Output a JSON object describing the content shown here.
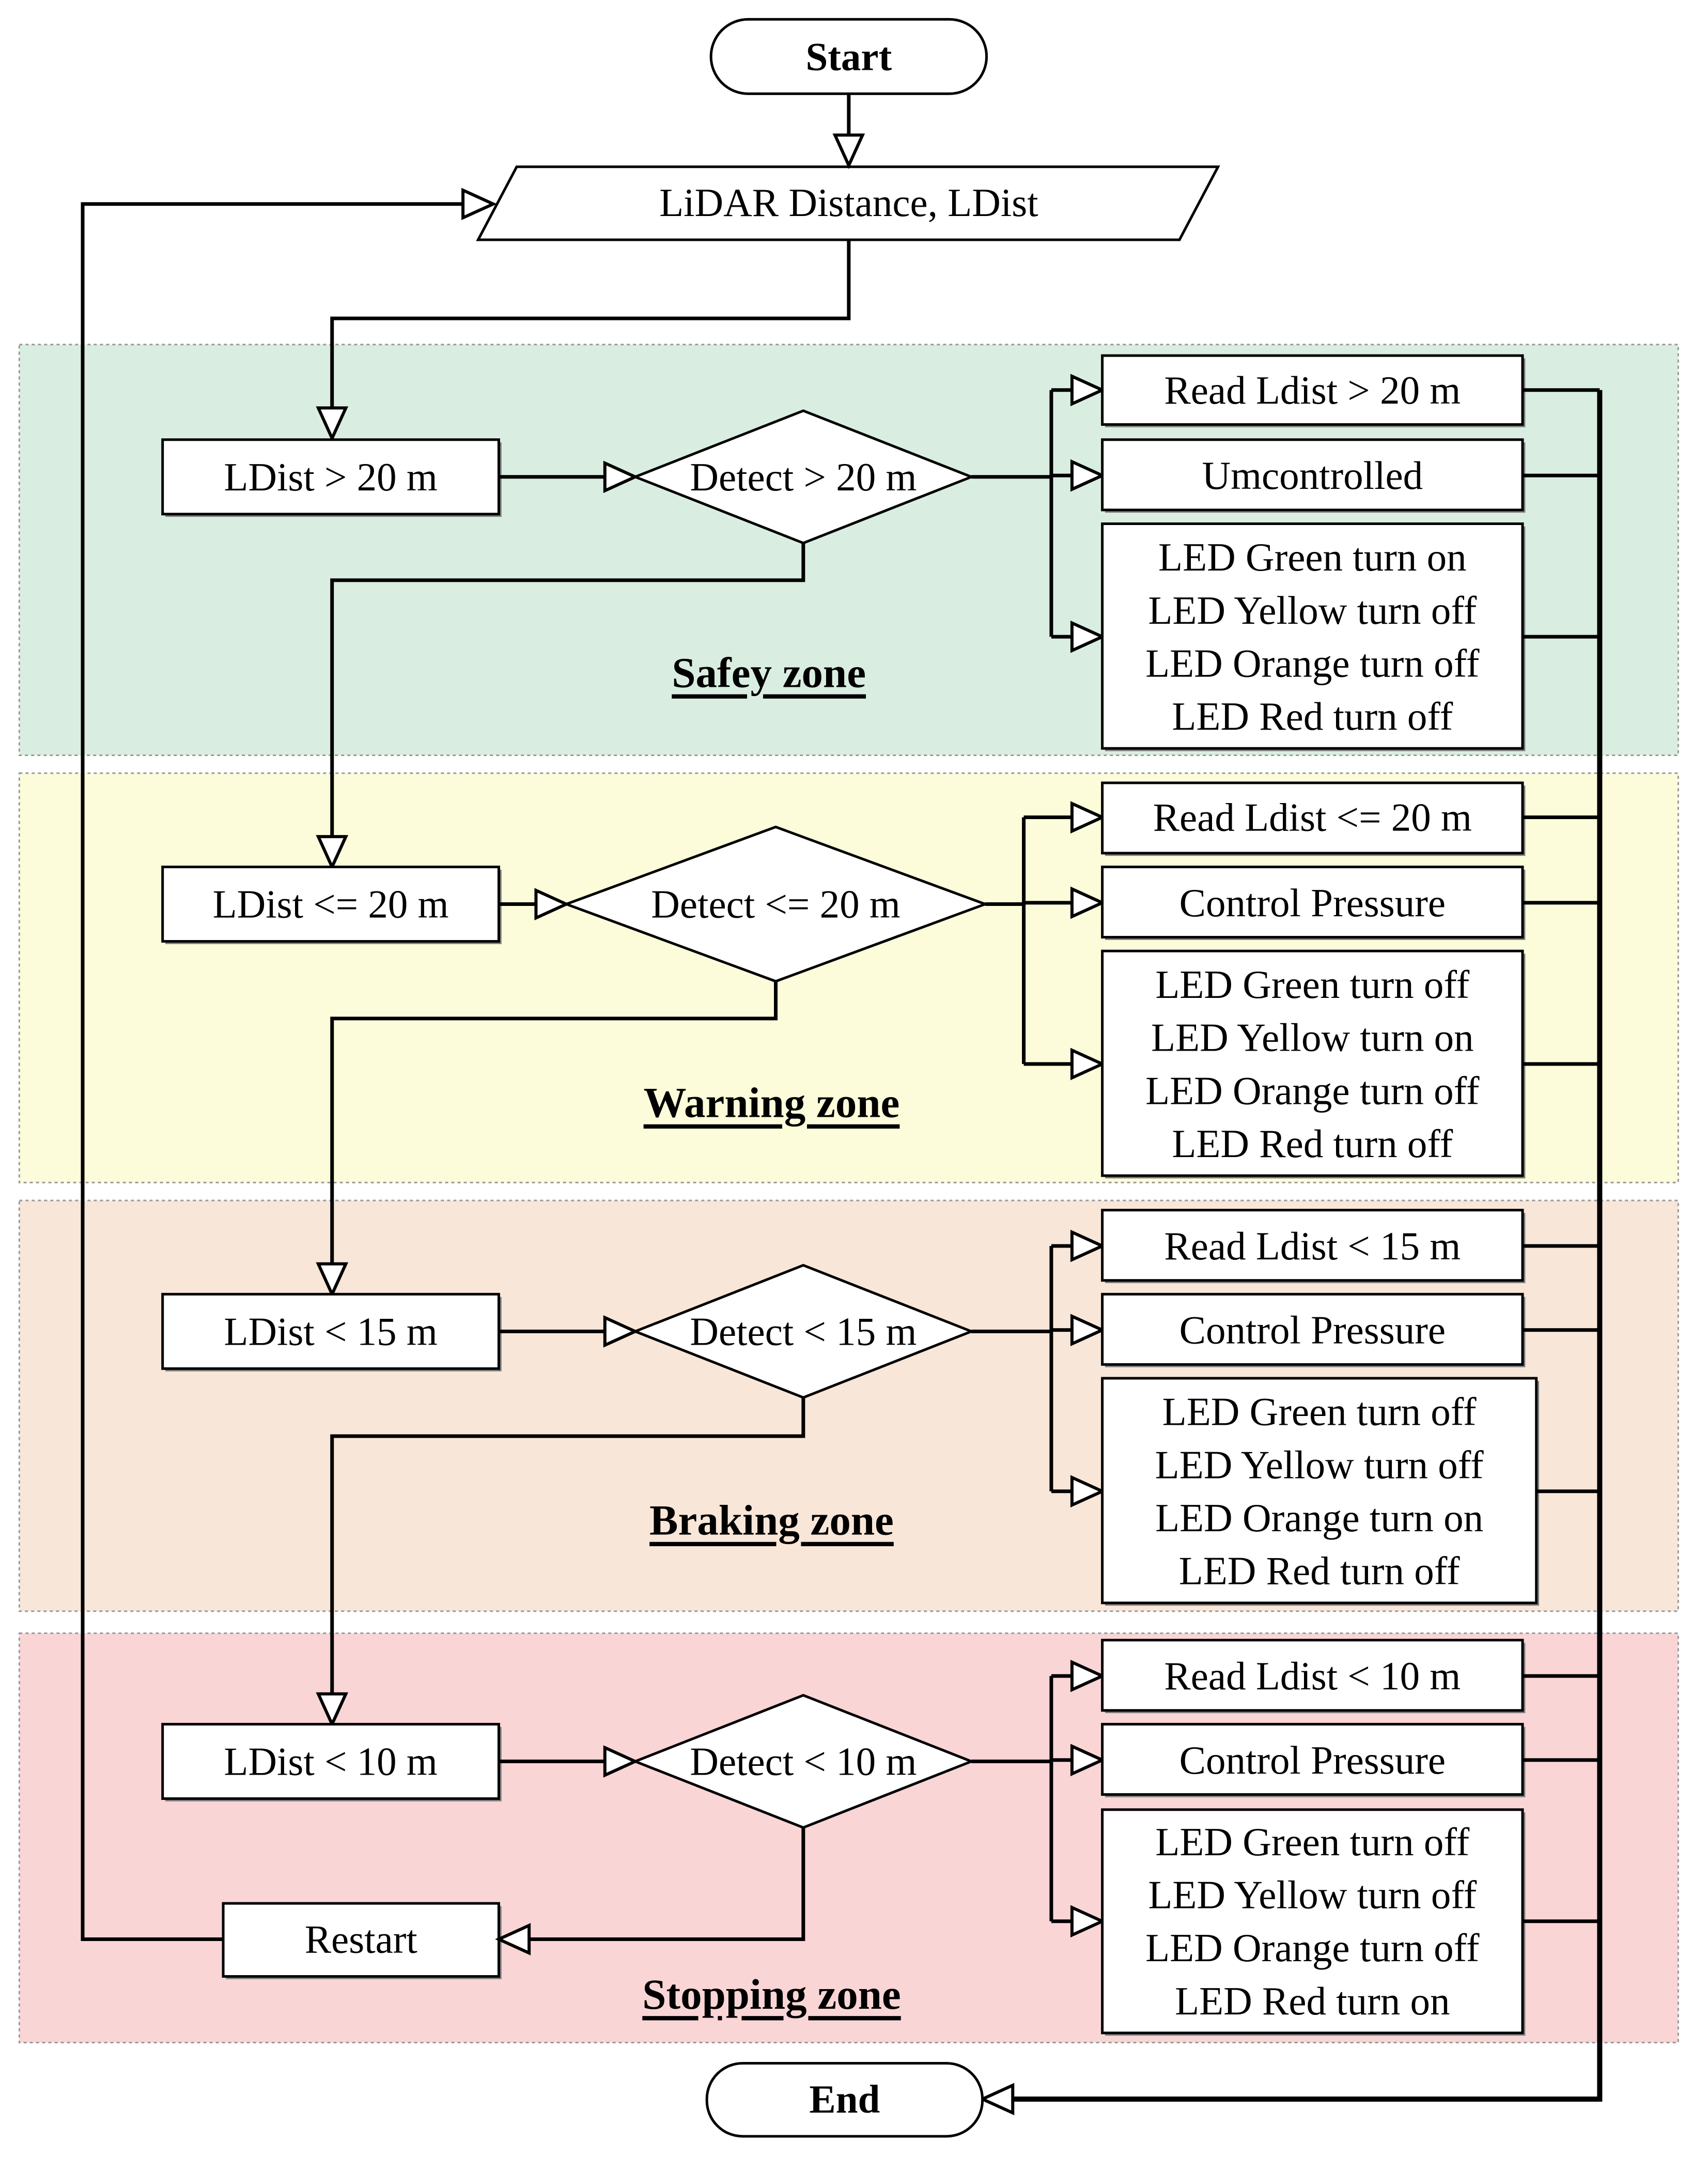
{
  "colors": {
    "safety_zone": "#d9eee1",
    "warning_zone": "#fcfbda",
    "braking_zone": "#f8e6d8",
    "stopping_zone": "#f9d5d6",
    "line": "#000000",
    "box": "#ffffff"
  },
  "start": {
    "label": "Start"
  },
  "input": {
    "label": "LiDAR Distance, LDist"
  },
  "end": {
    "label": "End"
  },
  "restart": {
    "label": "Restart"
  },
  "zones": [
    {
      "title": "Safey zone",
      "condition": "LDist > 20 m",
      "decision": "Detect > 20 m",
      "outputs": [
        [
          "Read Ldist > 20 m"
        ],
        [
          "Umcontrolled"
        ],
        [
          "LED Green turn on",
          "LED Yellow turn off",
          "LED Orange turn off",
          "LED Red turn off"
        ]
      ]
    },
    {
      "title": "Warning zone",
      "condition": "LDist <= 20 m",
      "decision": "Detect <= 20 m",
      "outputs": [
        [
          "Read Ldist <= 20 m"
        ],
        [
          "Control Pressure"
        ],
        [
          "LED Green turn off",
          "LED Yellow turn on",
          "LED Orange turn off",
          "LED Red turn off"
        ]
      ]
    },
    {
      "title": "Braking zone",
      "condition": "LDist < 15 m",
      "decision": "Detect < 15 m",
      "outputs": [
        [
          "Read Ldist < 15 m"
        ],
        [
          "Control Pressure"
        ],
        [
          "LED Green turn off",
          "LED Yellow turn off",
          "LED Orange turn on",
          "LED Red turn off"
        ]
      ]
    },
    {
      "title": "Stopping zone",
      "condition": "LDist < 10 m",
      "decision": "Detect < 10 m",
      "outputs": [
        [
          "Read Ldist < 10 m"
        ],
        [
          "Control Pressure"
        ],
        [
          "LED Green turn off",
          "LED Yellow turn off",
          "LED Orange turn off",
          "LED Red turn on"
        ]
      ]
    }
  ]
}
